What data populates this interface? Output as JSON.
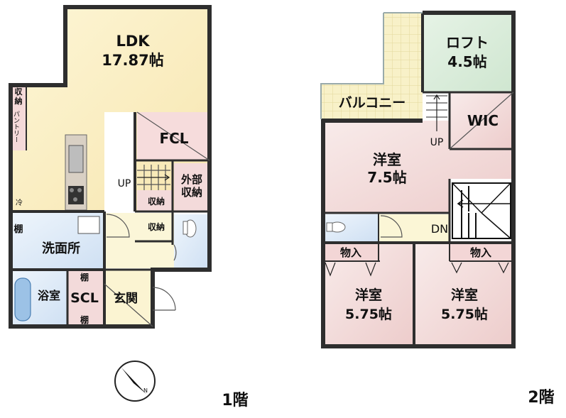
{
  "floor1": {
    "caption": "1階",
    "ldk_name": "LDK",
    "ldk_size": "17.87帖",
    "fcl": "FCL",
    "storage_outside_line1": "外部",
    "storage_outside_line2": "収納",
    "storage_a": "収納",
    "storage_b": "収納",
    "storage_left_line1": "収",
    "storage_left_line2": "納",
    "pantry": "パントリー",
    "fridge": "冷",
    "up": "UP",
    "shelf_left": "棚",
    "washroom": "洗面所",
    "bath": "浴室",
    "scl": "SCL",
    "shelf_upper": "棚",
    "shelf_lower": "棚",
    "entrance": "玄関",
    "compass_mark": "N"
  },
  "floor2": {
    "caption": "2階",
    "loft_name": "ロフト",
    "loft_size": "4.5帖",
    "balcony": "バルコニー",
    "wic": "WIC",
    "up": "UP",
    "room_main_name": "洋室",
    "room_main_size": "7.5帖",
    "dn": "DN",
    "closet_left": "物入",
    "closet_right": "物入",
    "room_left_name": "洋室",
    "room_left_size": "5.75帖",
    "room_right_name": "洋室",
    "room_right_size": "5.75帖"
  },
  "colors": {
    "ldk": "#fbf0c6",
    "fcl": "#f7dede",
    "wet": "#dce9f7",
    "room": "#f3dedd",
    "loft": "#d8ecd9",
    "balcony": "#f6efc2",
    "hall": "#fbf6d6",
    "wall": "#2e2e2e"
  }
}
